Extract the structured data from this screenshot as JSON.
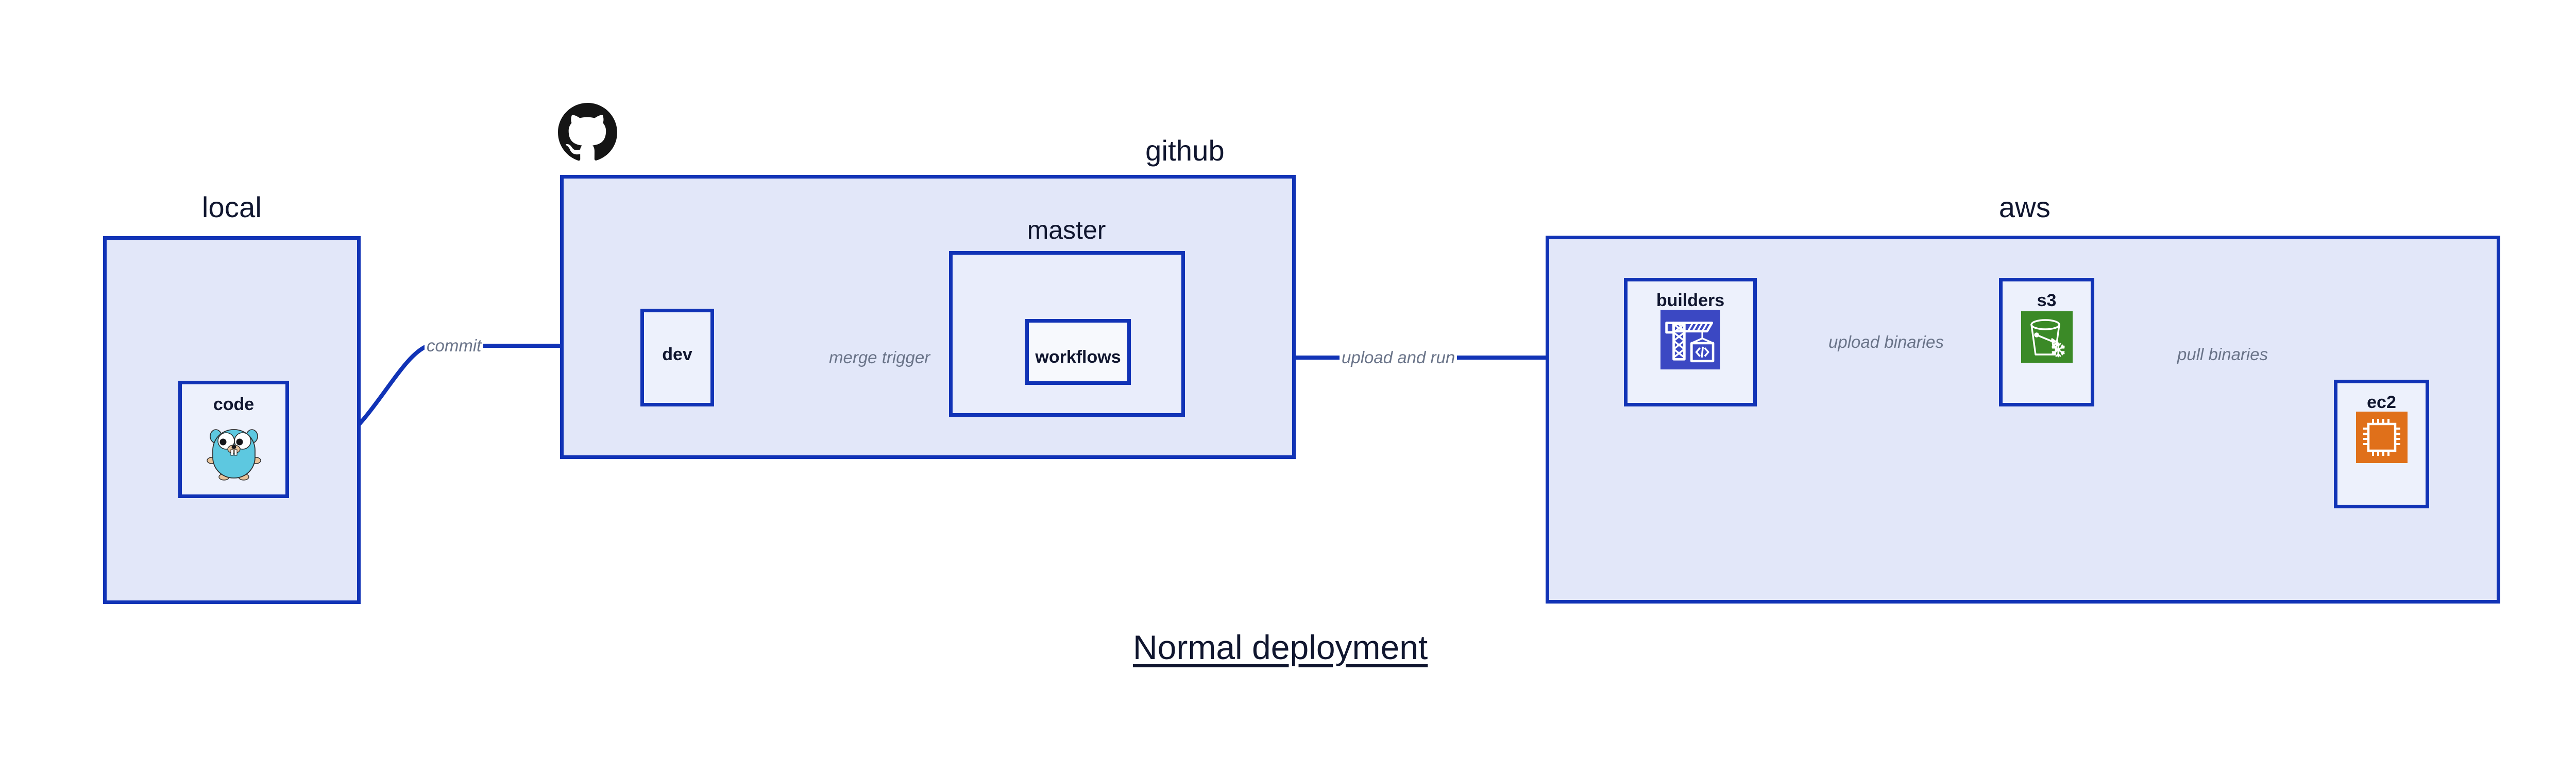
{
  "diagram": {
    "title": "Normal deployment",
    "accent_border": "#1133B6",
    "group_fill": "#E2E7F9",
    "sub_fill": "#E9EDFB",
    "node_fill": "#EDF1FC",
    "node_fill_white": "#F7F9FD",
    "label_color": "#10162F",
    "edge_label_color": "#6A7489",
    "background": "#FFFFFF"
  },
  "groups": {
    "local": {
      "label": "local"
    },
    "github": {
      "label": "github",
      "logo": "github-octocat-logo"
    },
    "aws": {
      "label": "aws"
    }
  },
  "subgroups": {
    "master": {
      "label": "master"
    }
  },
  "nodes": {
    "code": {
      "label": "code",
      "icon": "go-gopher-icon"
    },
    "dev": {
      "label": "dev",
      "icon": null
    },
    "workflows": {
      "label": "workflows",
      "icon": null
    },
    "builders": {
      "label": "builders",
      "icon": "aws-builders-crane-icon",
      "icon_color": "#3B48C3"
    },
    "s3": {
      "label": "s3",
      "icon": "aws-s3-bucket-icon",
      "icon_color": "#3B8A27"
    },
    "ec2": {
      "label": "ec2",
      "icon": "aws-ec2-chip-icon",
      "icon_color": "#E0701A"
    }
  },
  "edges": [
    {
      "id": "commit",
      "from": "code",
      "to": "dev",
      "label": "commit"
    },
    {
      "id": "merge-trigger",
      "from": "dev",
      "to": "workflows",
      "label": "merge trigger"
    },
    {
      "id": "upload-and-run",
      "from": "workflows",
      "to": "builders",
      "label": "upload and run"
    },
    {
      "id": "upload-binaries",
      "from": "builders",
      "to": "s3",
      "label": "upload binaries"
    },
    {
      "id": "pull-binaries",
      "from": "s3",
      "to": "ec2",
      "label": "pull binaries"
    }
  ]
}
